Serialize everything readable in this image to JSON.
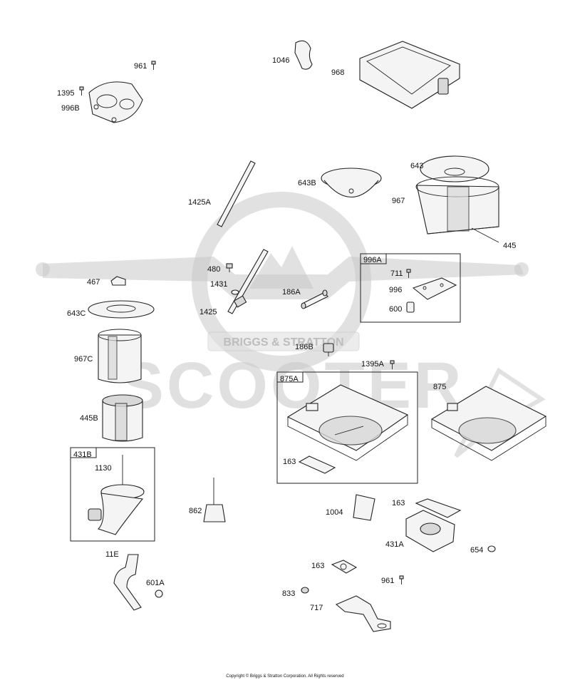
{
  "watermark": {
    "brand": "SCOOTER",
    "badge": "BRIGGS & STRATTON"
  },
  "copyright": "Copyright © Briggs & Stratton Corporation. All Rights reserved",
  "labels": {
    "p961a": "961",
    "p1395a": "1395",
    "p996b": "996B",
    "p1046": "1046",
    "p968": "968",
    "p643": "643",
    "p643b": "643B",
    "p967": "967",
    "p445": "445",
    "p1425a": "1425A",
    "p996a": "996A",
    "p711": "711",
    "p996": "996",
    "p600": "600",
    "p480": "480",
    "p1431": "1431",
    "p1425": "1425",
    "p186a": "186A",
    "p467": "467",
    "p643c": "643C",
    "p967c": "967C",
    "p186b": "186B",
    "p1395b": "1395A",
    "p875a": "875A",
    "p875": "875",
    "p445b": "445B",
    "p163a": "163",
    "p431b": "431B",
    "p1130": "1130",
    "p862": "862",
    "p1004": "1004",
    "p163b": "163",
    "p431a": "431A",
    "p654": "654",
    "p11e": "11E",
    "p601a": "601A",
    "p163c": "163",
    "p961b": "961",
    "p833": "833",
    "p717": "717"
  }
}
